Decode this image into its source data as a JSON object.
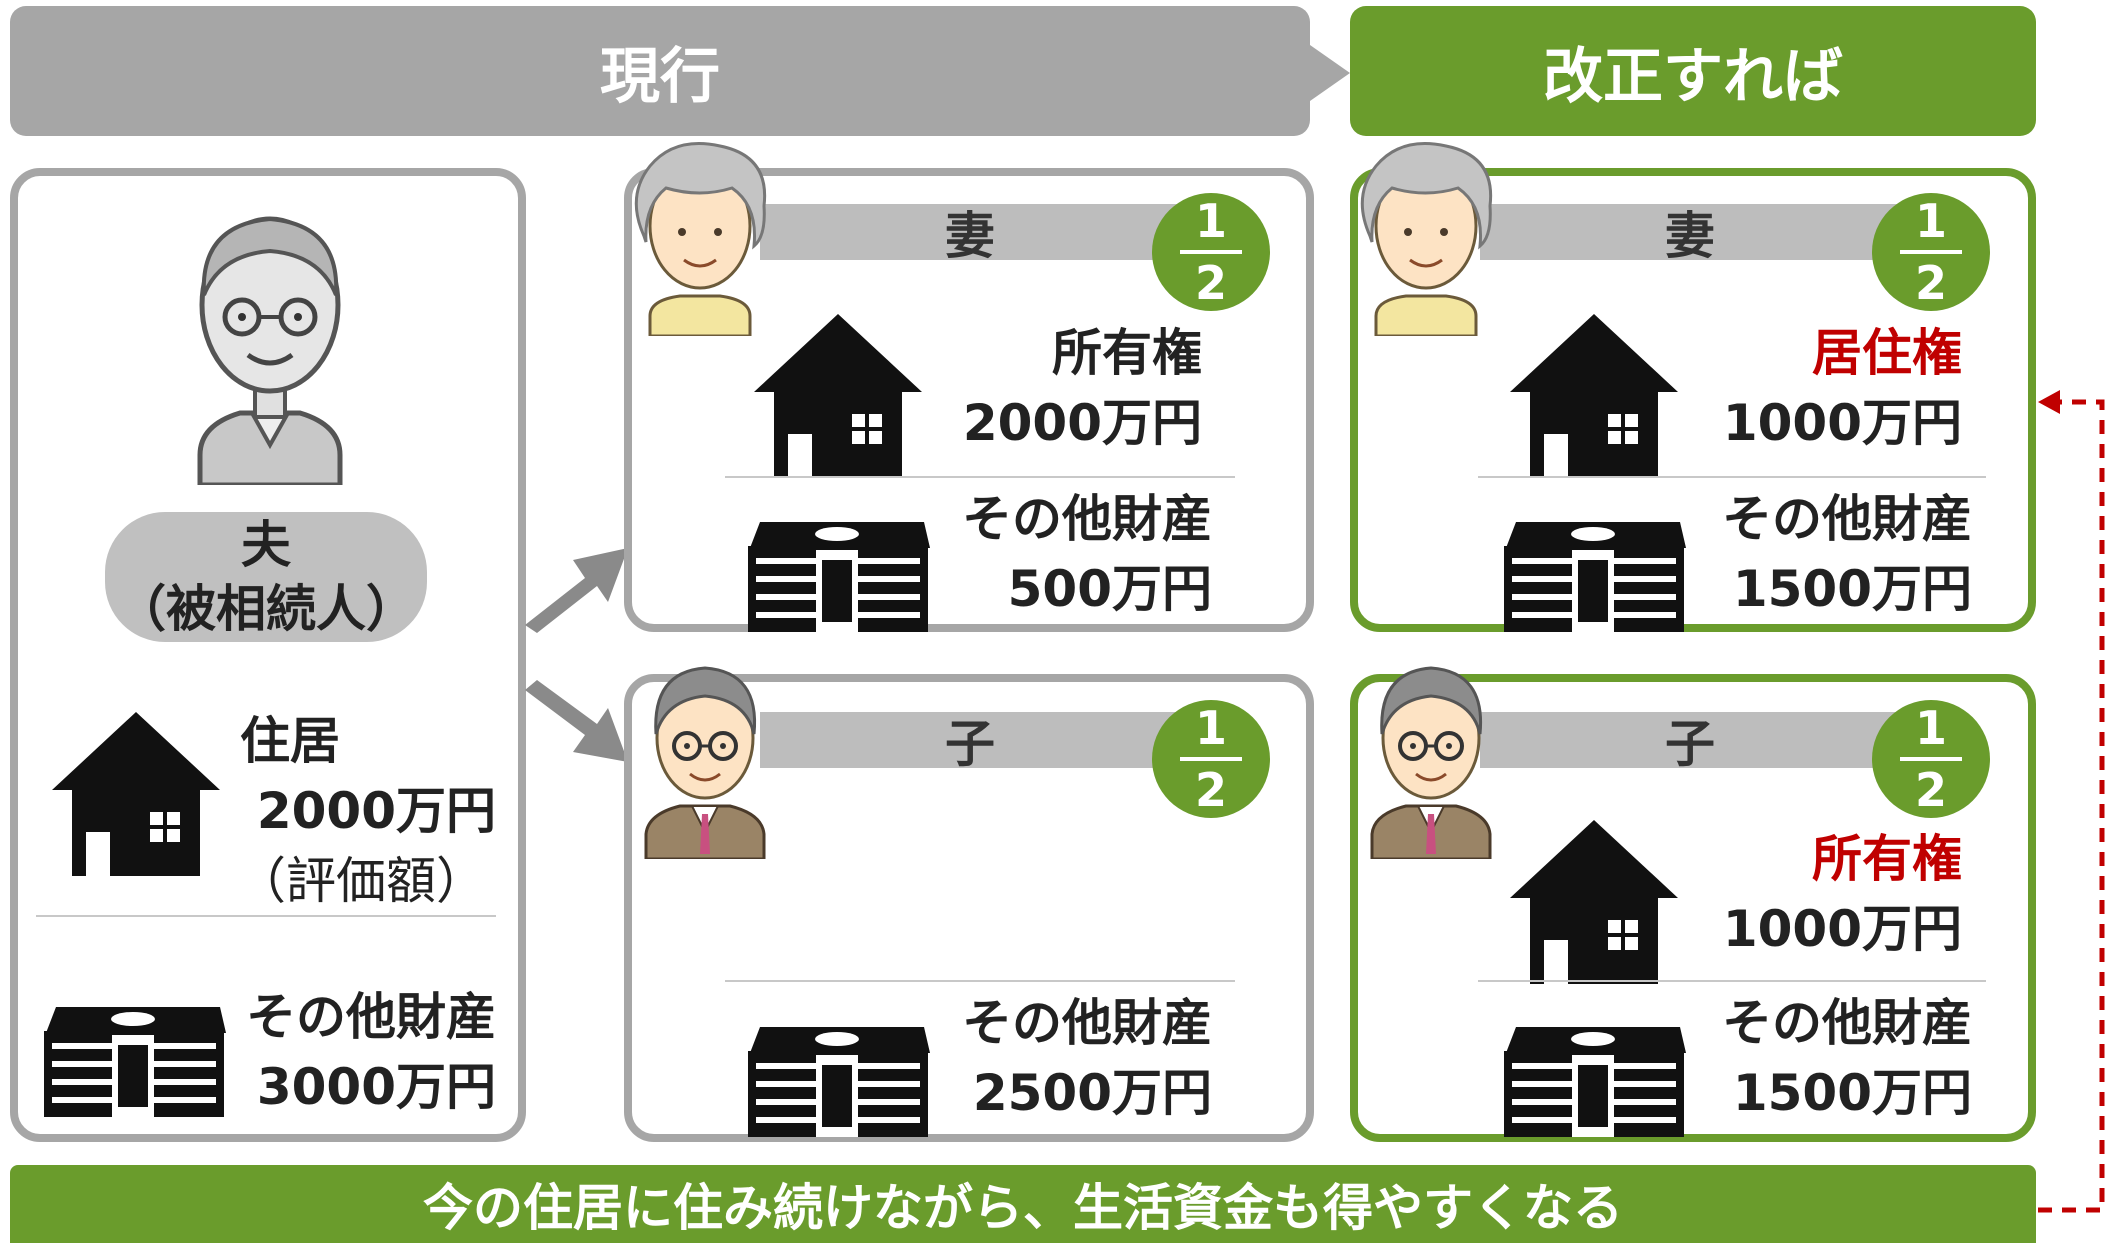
{
  "header": {
    "current_label": "現行",
    "reform_label": "改正すれば"
  },
  "decedent": {
    "name_line1": "夫",
    "name_line2": "（被相続人）",
    "house_label": "住居",
    "house_value": "2000万円",
    "house_note": "（評価額）",
    "assets_label": "その他財産",
    "assets_value": "3000万円"
  },
  "current": {
    "wife": {
      "name": "妻",
      "share_num": "1",
      "share_den": "2",
      "house_label": "所有権",
      "house_value": "2000万円",
      "assets_label": "その他財産",
      "assets_value": "500万円"
    },
    "child": {
      "name": "子",
      "share_num": "1",
      "share_den": "2",
      "assets_label": "その他財産",
      "assets_value": "2500万円"
    }
  },
  "reform": {
    "wife": {
      "name": "妻",
      "share_num": "1",
      "share_den": "2",
      "house_label": "居住権",
      "house_value": "1000万円",
      "assets_label": "その他財産",
      "assets_value": "1500万円"
    },
    "child": {
      "name": "子",
      "share_num": "1",
      "share_den": "2",
      "house_label": "所有権",
      "house_value": "1000万円",
      "assets_label": "その他財産",
      "assets_value": "1500万円"
    }
  },
  "footer": {
    "message": "今の住居に住み続けながら、生活資金も得やすくなる"
  },
  "colors": {
    "green": "#6a9c2c",
    "gray": "#a6a6a6",
    "highlight_red": "#c00000"
  },
  "icons": [
    "house-icon",
    "money-stack-icon",
    "elderly-man-icon",
    "elderly-woman-icon",
    "adult-son-icon",
    "arrow-icon"
  ]
}
